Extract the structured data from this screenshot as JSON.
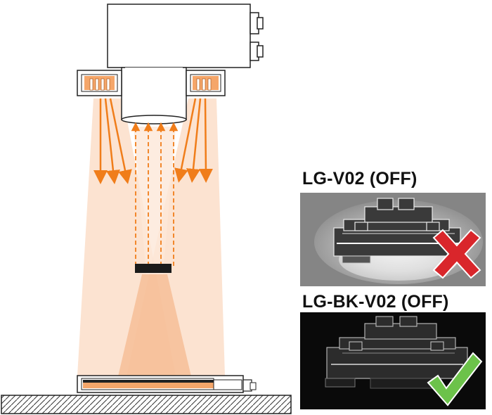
{
  "panels": [
    {
      "id": "lg-v02",
      "label": "LG-V02 (OFF)",
      "result": "fail",
      "mark_color": "#d9262b",
      "background": "#7c7c7c"
    },
    {
      "id": "lg-bk-v02",
      "label": "LG-BK-V02 (OFF)",
      "result": "pass",
      "mark_color": "#6cc24a",
      "background": "#0b0b0b"
    }
  ],
  "colors": {
    "light_arrow": "#f07d1a",
    "illumination": "#fbd9c2",
    "reflected_cone": "#f5b98f",
    "outline": "#222222"
  },
  "icons": {
    "fail": "cross-icon",
    "pass": "check-icon"
  }
}
